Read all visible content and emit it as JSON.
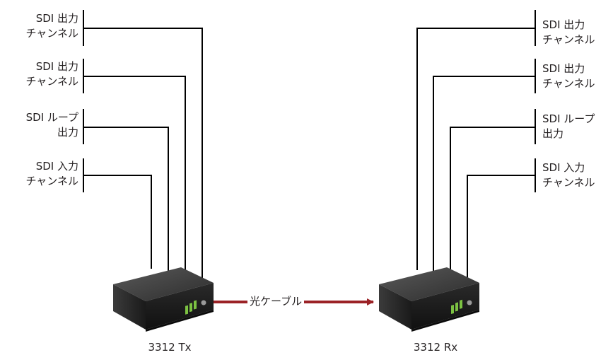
{
  "tx": {
    "device_label": "3312 Tx",
    "ports": [
      {
        "line1": "SDI 出力",
        "line2": "チャンネル"
      },
      {
        "line1": "SDI 出力",
        "line2": "チャンネル"
      },
      {
        "line1": "SDI ループ",
        "line2": "出力"
      },
      {
        "line1": "SDI 入力",
        "line2": "チャンネル"
      }
    ]
  },
  "rx": {
    "device_label": "3312 Rx",
    "ports": [
      {
        "line1": "SDI 出力",
        "line2": "チャンネル"
      },
      {
        "line1": "SDI 出力",
        "line2": "チャンネル"
      },
      {
        "line1": "SDI ループ",
        "line2": "出力"
      },
      {
        "line1": "SDI 入力",
        "line2": "チャンネル"
      }
    ]
  },
  "cable": {
    "label": "光ケーブル",
    "color": "#9b2226"
  },
  "colors": {
    "line": "#000000",
    "device_top": "#3a3a3a",
    "device_front": "#1f1f1f",
    "led": "#7cc242"
  }
}
